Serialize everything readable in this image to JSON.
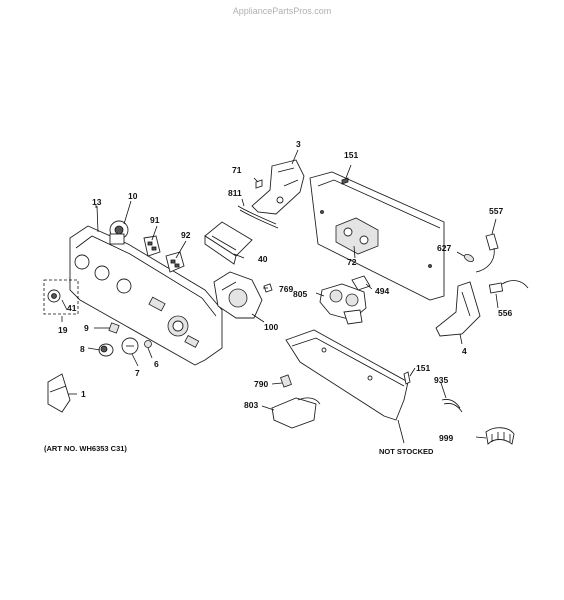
{
  "watermark": "AppliancePartsPros.com",
  "art_number": "(ART NO. WH6353 C31)",
  "not_stocked": "NOT STOCKED",
  "labels": {
    "p1": "1",
    "p3": "3",
    "p4": "4",
    "p6": "6",
    "p7": "7",
    "p8": "8",
    "p9": "9",
    "p10": "10",
    "p13": "13",
    "p19": "19",
    "p40": "40",
    "p41": "41",
    "p71": "71",
    "p72": "72",
    "p91": "91",
    "p92": "92",
    "p100": "100",
    "p151a": "151",
    "p151b": "151",
    "p494": "494",
    "p556": "556",
    "p557": "557",
    "p627": "627",
    "p769": "769",
    "p790": "790",
    "p803": "803",
    "p805": "805",
    "p811": "811",
    "p935": "935",
    "p999": "999"
  }
}
